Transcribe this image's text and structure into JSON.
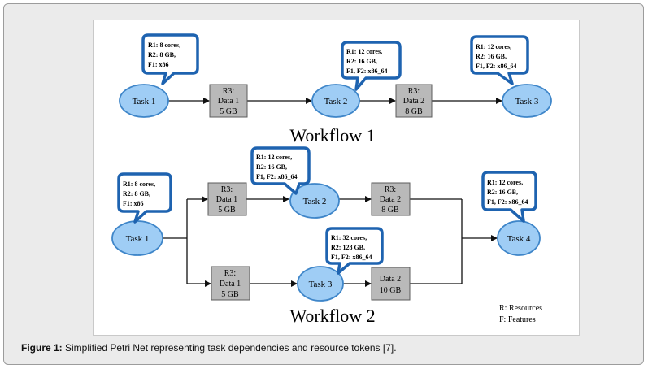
{
  "workflow1": {
    "title": "Workflow 1",
    "task1": {
      "label": "Task 1",
      "bubble": [
        "R1: 8 cores,",
        "R2: 8 GB,",
        "F1: x86"
      ]
    },
    "data1": [
      "R3:",
      "Data 1",
      "5 GB"
    ],
    "task2": {
      "label": "Task 2",
      "bubble": [
        "R1: 12 cores,",
        "R2: 16 GB,",
        "F1, F2: x86_64"
      ]
    },
    "data2": [
      "R3:",
      "Data 2",
      "8 GB"
    ],
    "task3": {
      "label": "Task 3",
      "bubble": [
        "R1: 12 cores,",
        "R2: 16 GB,",
        "F1, F2: x86_64"
      ]
    }
  },
  "workflow2": {
    "title": "Workflow 2",
    "task1": {
      "label": "Task 1",
      "bubble": [
        "R1: 8 cores,",
        "R2: 8 GB,",
        "F1: x86"
      ]
    },
    "data1_top": [
      "R3:",
      "Data 1",
      "5 GB"
    ],
    "task2": {
      "label": "Task 2",
      "bubble": [
        "R1: 12 cores,",
        "R2: 16 GB,",
        "F1, F2: x86_64"
      ]
    },
    "data2_top": [
      "R3:",
      "Data 2",
      "8 GB"
    ],
    "data1_bottom": [
      "R3:",
      "Data 1",
      "5 GB"
    ],
    "task3": {
      "label": "Task 3",
      "bubble": [
        "R1: 32 cores,",
        "R2: 128 GB,",
        "F1, F2: x86_64"
      ]
    },
    "data2_bottom": [
      "Data 2",
      "10 GB"
    ],
    "task4": {
      "label": "Task 4",
      "bubble": [
        "R1: 12 cores,",
        "R2: 16 GB,",
        "F1, F2: x86_64"
      ]
    }
  },
  "legend": [
    "R: Resources",
    "F: Features"
  ],
  "caption": {
    "label": "Figure 1:",
    "text": " Simplified Petri Net representing task dependencies and resource tokens [7]."
  },
  "colors": {
    "task_fill": "#9fcdf5",
    "task_stroke": "#3f86c9",
    "bubble_stroke": "#1e63b0",
    "data_fill": "#b9b9b9",
    "data_stroke": "#5c5c5c",
    "arrow": "#111111"
  }
}
